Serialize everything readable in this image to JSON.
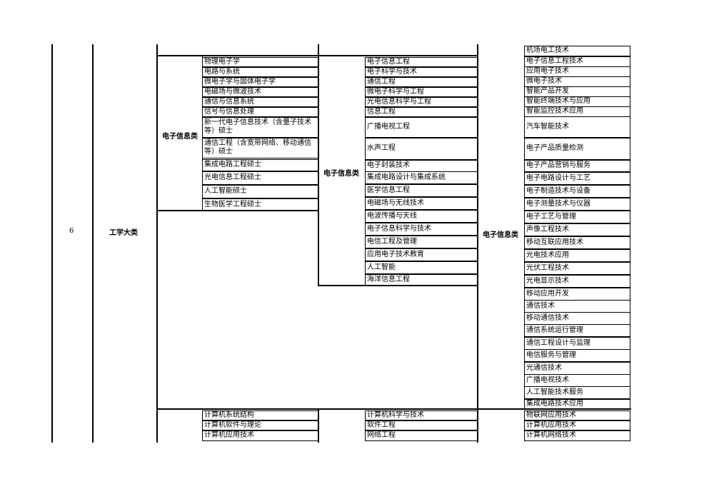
{
  "row": {
    "index": "6",
    "major_category": "工学大类"
  },
  "group_labels": {
    "grad": "电子信息类",
    "undergrad": "电子信息类",
    "vocational": "电子信息类"
  },
  "grad_items": [
    "物理电子学",
    "电路与系统",
    "微电子学与固体电子学",
    "电磁场与微波技术",
    "通信与信息系统",
    "信号与信息处理",
    "新一代电子信息技术（含量子技术等）硕士",
    "通信工程（含宽带网络、移动通信等）硕士",
    "集成电路工程硕士",
    "光电信息工程硕士",
    "人工智能硕士",
    "生物医学工程硕士"
  ],
  "undergrad_items": [
    "电子信息工程",
    "电子科学与技术",
    "通信工程",
    "微电子科学与工程",
    "光电信息科学与工程",
    "信息工程",
    "广播电视工程",
    "水声工程",
    "电子封装技术",
    "集成电路设计与集成系统",
    "医学信息工程",
    "电磁场与无线技术",
    "电波传播与天线",
    "电子信息科学与技术",
    "电信工程及管理",
    "应用电子技术教育",
    "人工智能",
    "海洋信息工程"
  ],
  "vocational_items": [
    "机场电工技术",
    "电子信息工程技术",
    "应用电子技术",
    "微电子技术",
    "智能产品开发",
    "智能终端技术与应用",
    "智能监控技术应用",
    "汽车智能技术",
    "电子产品质量检测",
    "电子产品营销与服务",
    "电子电路设计与工艺",
    "电子制造技术与设备",
    "电子测量技术与仪器",
    "电子工艺与管理",
    "声像工程技术",
    "移动互联应用技术",
    "光电技术应用",
    "光伏工程技术",
    "光电显示技术",
    "移动应用开发",
    "通信技术",
    "移动通信技术",
    "通信系统运行管理",
    "通信工程设计与监理",
    "电信服务与管理",
    "光通信技术",
    "广播电视技术",
    "人工智能技术服务",
    "集成电路技术应用"
  ],
  "next_group": {
    "grad": [
      "计算机系统结构",
      "计算机软件与理论",
      "计算机应用技术"
    ],
    "undergrad": [
      "计算机科学与技术",
      "软件工程",
      "网络工程"
    ],
    "vocational": [
      "物联网应用技术",
      "计算机应用技术",
      "计算机网络技术"
    ]
  }
}
